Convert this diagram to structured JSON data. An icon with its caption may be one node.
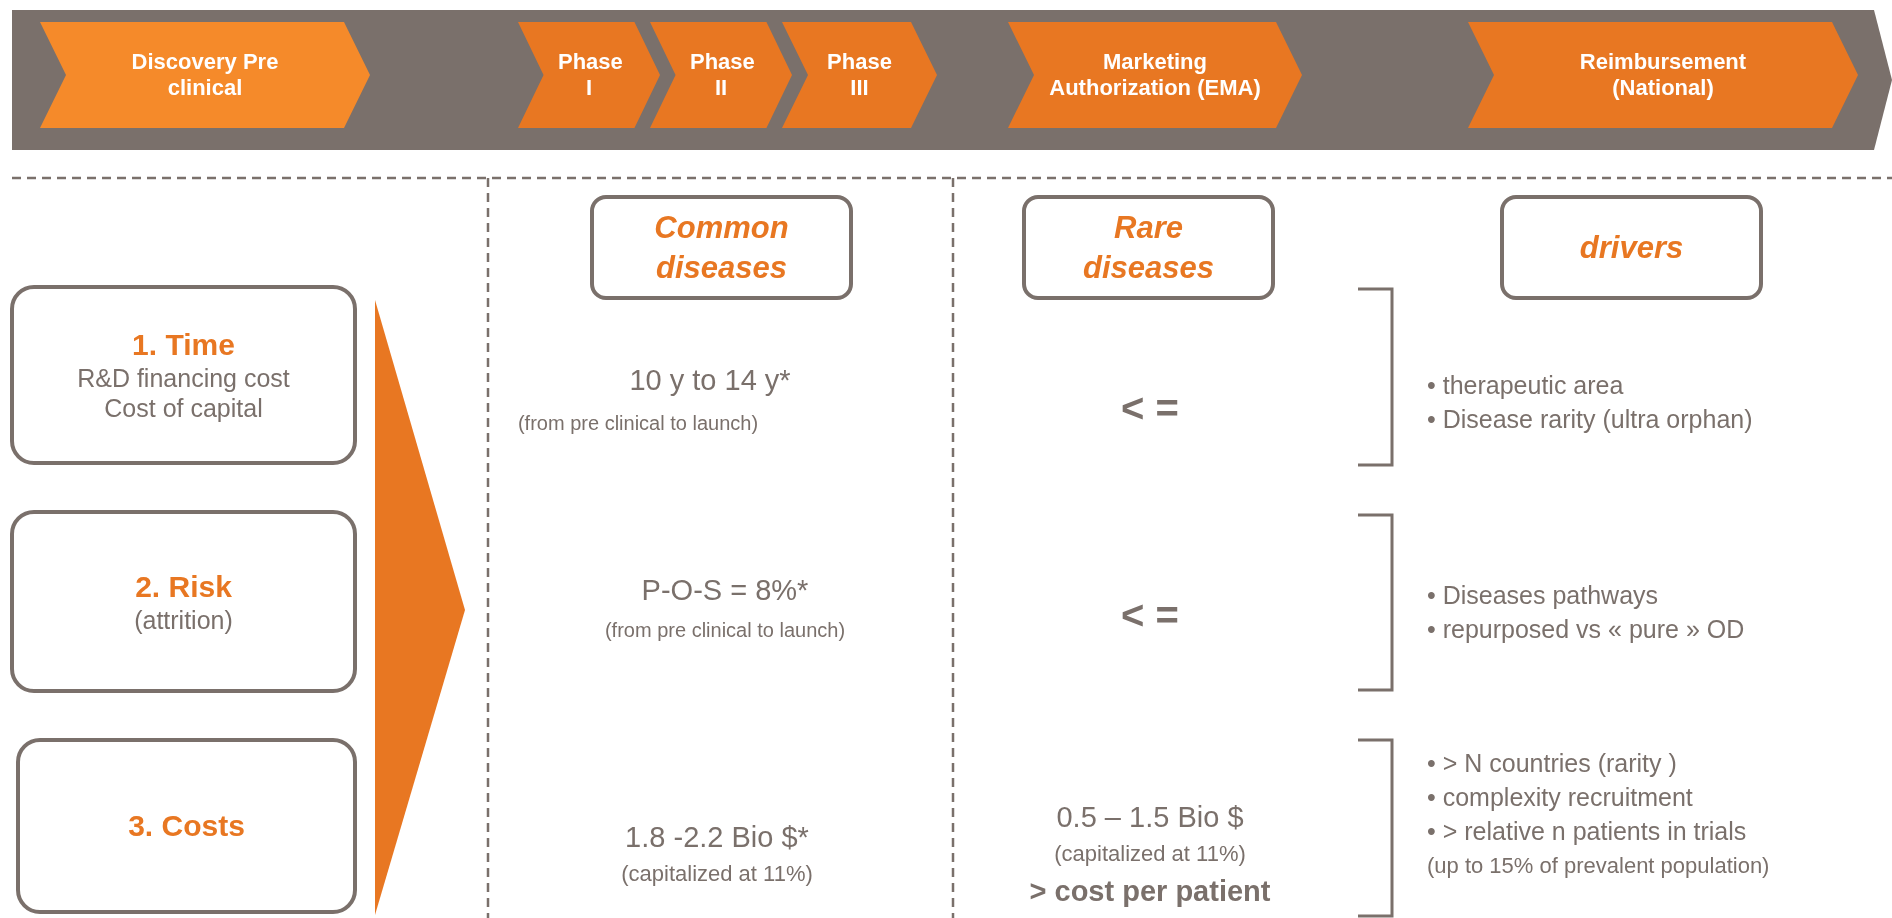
{
  "diagram": {
    "nodes": [
      {
        "text": [],
        "shape": "bar"
      },
      {
        "text": [
          "Discovery Pre clinical"
        ],
        "in": 0
      },
      {
        "text": [
          "Phase I"
        ],
        "in": 0
      },
      {
        "text": [
          "Phase II"
        ],
        "in": 0
      },
      {
        "text": [
          "Phase III"
        ],
        "in": 0
      },
      {
        "text": [
          "Marketing Authorization (EMA)"
        ],
        "in": 0
      },
      {
        "text": [
          "Reimbursement (National)"
        ],
        "in": 0
      },
      {
        "text": [
          "Common diseases"
        ]
      },
      {
        "text": [
          "Rare diseases"
        ]
      },
      {
        "text": [
          "drivers"
        ]
      },
      {
        "text": [
          "1. Time",
          "R&D financing cost Cost of capital"
        ]
      },
      {
        "text": [
          "2. Risk",
          "(attrition)"
        ]
      },
      {
        "text": [
          "3. Costs"
        ]
      }
    ],
    "edges": [],
    "labels": [
      "10 y to 14 y*",
      "(from pre clinical to launch)",
      "< =",
      "• therapeutic area",
      "• Disease rarity (ultra orphan)",
      "P-O-S  = 8%*",
      "(from pre clinical to launch)",
      "< =",
      "• Diseases pathways",
      "• repurposed vs « pure » OD",
      "1.8 -2.2 Bio $*",
      "(capitalized at 11%)",
      "0.5 – 1.5 Bio $",
      "(capitalized at 11%)",
      "> cost per patient",
      "• > N countries (rarity )",
      "• complexity recruitment",
      "• > relative n patients in trials",
      "(up to 15% of prevalent population)"
    ]
  }
}
